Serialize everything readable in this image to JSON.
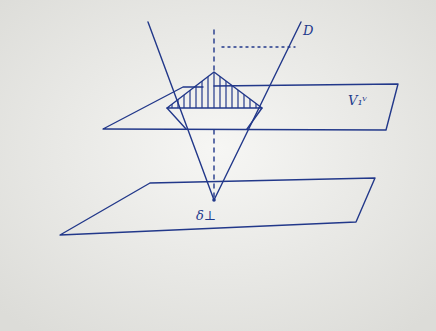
{
  "diagram": {
    "labels": [
      "D",
      "V₁ᵛ",
      "δ⊥"
    ]
  }
}
